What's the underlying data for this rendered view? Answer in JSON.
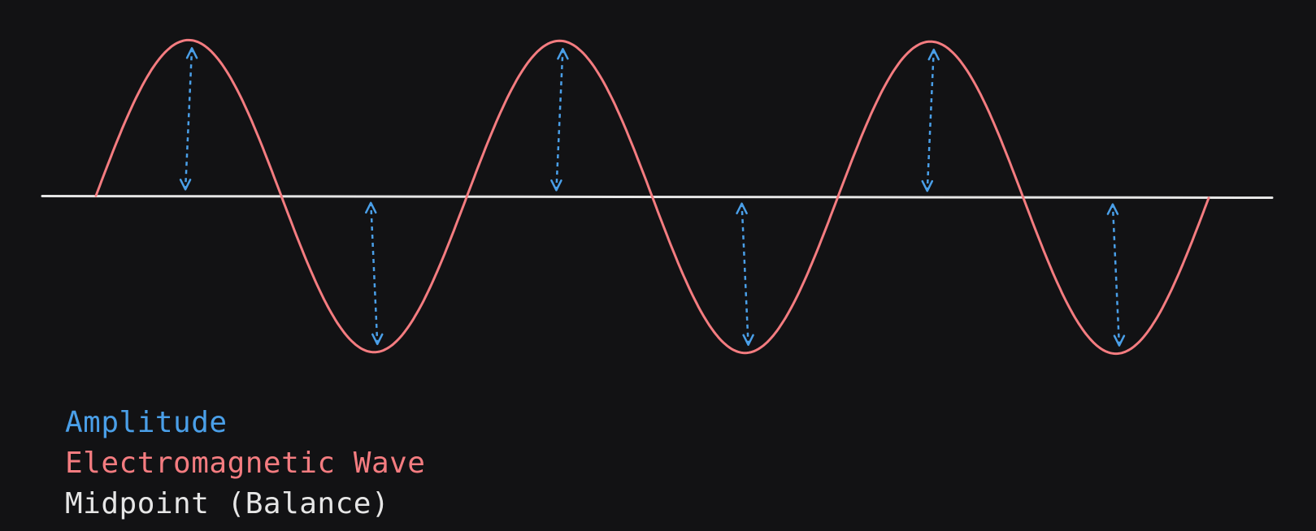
{
  "colors": {
    "background": "#121214",
    "amplitude": "#4a9fe8",
    "wave": "#f47c80",
    "midpoint": "#e6e6e6"
  },
  "diagram": {
    "wave_cycles": 3
  },
  "legend": {
    "items": [
      {
        "label": "Amplitude",
        "color": "#4a9fe8"
      },
      {
        "label": "Electromagnetic Wave",
        "color": "#f47c80"
      },
      {
        "label": "Midpoint (Balance)",
        "color": "#e6e6e6"
      }
    ]
  }
}
